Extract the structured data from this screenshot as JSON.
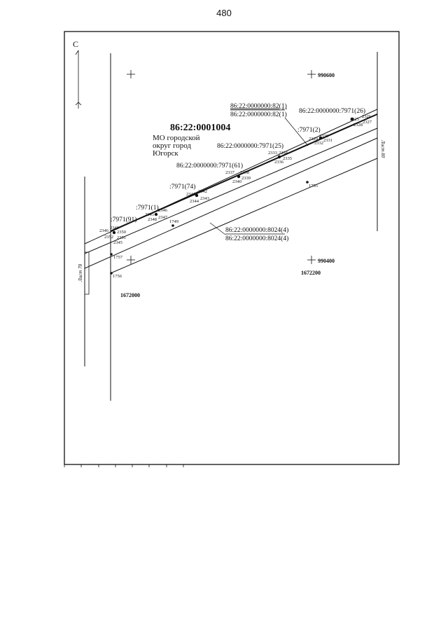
{
  "page_number": "480",
  "map": {
    "north_label": "С",
    "quarter_number": "86:22:0001004",
    "municipality": [
      "МО городской",
      "округ город",
      "Югорск"
    ],
    "parcel_labels": {
      "parcel_82_a": "86:22:0000000:82(1)",
      "parcel_82_b": "86:22:0000000:82(1)",
      "parcel_7971_26": "86:22:0000000:7971(26)",
      "parcel_7971_2": ":7971(2)",
      "parcel_7971_25": "86:22:0000000:7971(25)",
      "parcel_7971_61": "86:22:0000000:7971(61)",
      "parcel_7971_74": ":7971(74)",
      "parcel_7971_1": ":7971(1)",
      "parcel_7971_91": ":7971(91)",
      "parcel_8024_a": "86:22:0000000:8024(4)",
      "parcel_8024_b": "86:22:0000000:8024(4)"
    },
    "grid_coordinates": {
      "top_right_y": "990600",
      "bottom_right_y": "990400",
      "bottom_right_x": "1672200",
      "bottom_left_x": "1672000"
    },
    "sheet_labels": {
      "left": "Лист 78",
      "right": "Лист 80"
    },
    "point_labels": {
      "p2326": "2326",
      "p2325": "2325",
      "p2327": "2327",
      "p2328": "2328",
      "p2329": "2329",
      "p2330": "2330",
      "p2331": "2331",
      "p2332": "2332",
      "p2333": "2333",
      "p2334": "2334",
      "p2335": "2335",
      "p2336": "2336",
      "p2337": "2337",
      "p2338": "2338",
      "p2339": "2339",
      "p2340": "2340",
      "p2341": "2341",
      "p2342": "2342",
      "p2343": "2343",
      "p2344": "2344",
      "p2345": "2345",
      "p2346": "2346",
      "p2347": "2347",
      "p2348": "2348",
      "p2349": "2349",
      "p2350": "2350",
      "p2351": "2351",
      "p2352": "2352",
      "p2345b": "2345",
      "p2346b": "2346",
      "p1749": "1749",
      "p1755": "1755",
      "p1756": "1756",
      "p1757": "1757"
    }
  }
}
